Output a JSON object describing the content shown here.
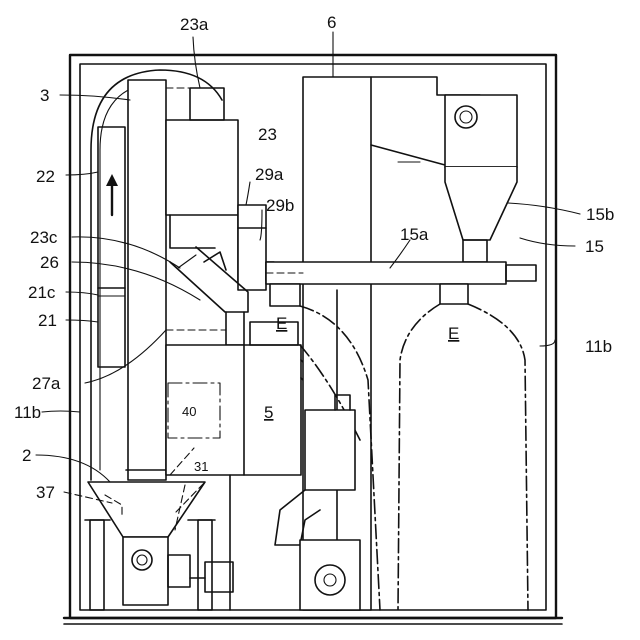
{
  "labels": {
    "l23a": "23a",
    "l6": "6",
    "l3": "3",
    "l23": "23",
    "l22": "22",
    "l29a": "29a",
    "l29b": "29b",
    "l15b": "15b",
    "l23c": "23c",
    "l15a": "15a",
    "l15": "15",
    "l26": "26",
    "l21c": "21c",
    "l21": "21",
    "lE1": "E",
    "lE2": "E",
    "l11b_right": "11b",
    "l27a": "27a",
    "l11b_left": "11b",
    "l40": "40",
    "l5": "5",
    "l2": "2",
    "l31": "31",
    "l37": "37"
  }
}
